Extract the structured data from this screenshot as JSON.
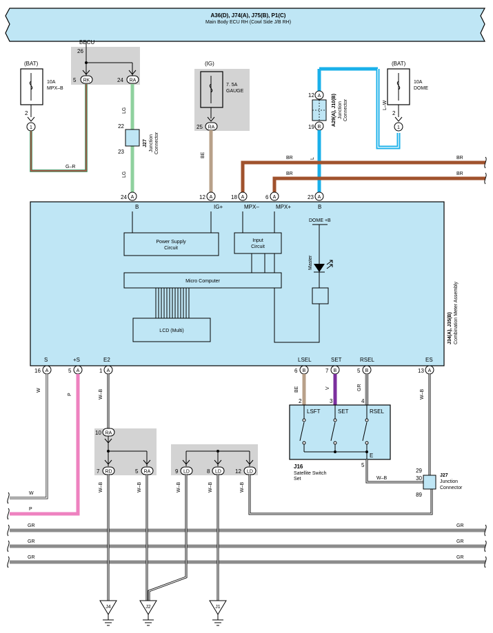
{
  "ecu": {
    "title": "A36(D), J74(A), J75(B), P1(C)",
    "subtitle": "Main Body ECU RH (Cowl Side J/B RH)",
    "label": "BECU",
    "pin_common": "26",
    "pin_left": "5",
    "conn_left": "RK",
    "pin_right": "24",
    "conn_right": "RA"
  },
  "fuses": {
    "mpx": {
      "source": "(BAT)",
      "rating": "10A",
      "name": "MPX–B",
      "pin": "2",
      "conn": "1"
    },
    "gauge": {
      "source": "(IG)",
      "rating": "7. 5A",
      "name": "GAUGE",
      "pin": "25",
      "conn": "RA"
    },
    "dome": {
      "source": "(BAT)",
      "rating": "10A",
      "name": "DOME",
      "pin": "2",
      "conn": "1"
    }
  },
  "junction_a29": {
    "name": "A29(A), J10(B)",
    "desc1": "Junction",
    "desc2": "Connector",
    "pin_top": "12",
    "conn_top": "A",
    "pin_bottom": "19",
    "conn_bottom": "B"
  },
  "junction_j27_top": {
    "name": "J27",
    "desc1": "Junction",
    "desc2": "Connector",
    "pin_top": "22",
    "pin_bottom": "23"
  },
  "wire_colors": {
    "lg": "LG",
    "gr_r": "G–R",
    "be": "BE",
    "l": "L",
    "l_w": "L–W",
    "br": "BR",
    "w": "W",
    "p": "P",
    "w_b": "W–B",
    "v": "V",
    "gr": "GR"
  },
  "colors": {
    "ecu_fill": "#bfe6f5",
    "lg_wire": "#8fd19e",
    "l_wire": "#1ab0ea",
    "br_wire": "#a0522d",
    "be_wire": "#b8a089",
    "p_wire": "#ee82c0",
    "v_wire": "#7b2f9e",
    "gr_wire": "#8c8c8c",
    "shade": "#d3d3d3"
  },
  "meter": {
    "name": "J34(A), J35(B)",
    "desc": "Combination Meter Assembly",
    "top_pins": [
      {
        "pin": "24",
        "conn": "A",
        "label": "B"
      },
      {
        "pin": "12",
        "conn": "A",
        "label": "IG+"
      },
      {
        "pin": "18",
        "conn": "A",
        "label": "MPX–"
      },
      {
        "pin": "6",
        "conn": "A",
        "label": "MPX+"
      },
      {
        "pin": "23",
        "conn": "A",
        "label": "B"
      }
    ],
    "bottom_pins": [
      {
        "pin": "16",
        "conn": "A",
        "label": "S"
      },
      {
        "pin": "5",
        "conn": "A",
        "label": "+S"
      },
      {
        "pin": "1",
        "conn": "A",
        "label": "E2"
      },
      {
        "pin": "6",
        "conn": "B",
        "label": "LSEL"
      },
      {
        "pin": "7",
        "conn": "B",
        "label": "SET"
      },
      {
        "pin": "5",
        "conn": "B",
        "label": "RSEL"
      },
      {
        "pin": "13",
        "conn": "A",
        "label": "ES"
      }
    ],
    "power_supply": "Power Supply",
    "power_supply2": "Circuit",
    "input": "Input",
    "input2": "Circuit",
    "micro": "Micro Computer",
    "lcd": "LCD (Multi)",
    "dome_b": "DOME +B",
    "master": "Master"
  },
  "switch": {
    "name": "J16",
    "desc1": "Satellite Switch",
    "desc2": "Set",
    "pins": [
      "2",
      "3",
      "4"
    ],
    "labels": [
      "LSFT",
      "SET",
      "RSEL"
    ],
    "ground_pin": "5",
    "ground_label": "E"
  },
  "junction_j27_bottom": {
    "name": "J27",
    "desc1": "Junction",
    "desc2": "Connector",
    "pin_29": "29",
    "pin_30": "30",
    "pin_89": "89"
  },
  "ground_blocks": {
    "rd": {
      "pin_in": "10",
      "conn_in": "RA",
      "pin_a": "7",
      "conn_a": "RD",
      "pin_b": "5",
      "conn_b": "RA"
    },
    "ld": {
      "pins": [
        "9",
        "8",
        "12"
      ],
      "conn": "LD"
    }
  },
  "grounds": [
    "J4",
    "J2",
    "J1"
  ]
}
